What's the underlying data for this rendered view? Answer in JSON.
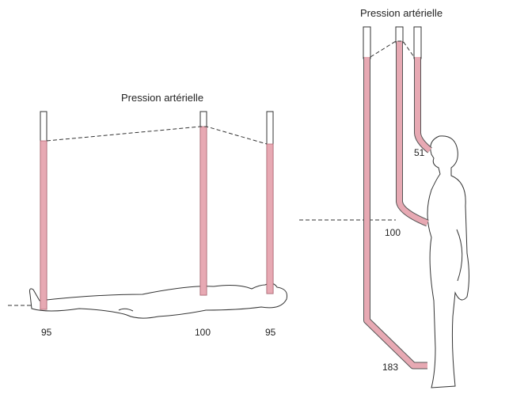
{
  "supine": {
    "title": "Pression artérielle",
    "labels": {
      "feet": "95",
      "heart": "100",
      "head": "95"
    }
  },
  "standing": {
    "title": "Pression artérielle",
    "labels": {
      "head": "51",
      "heart": "100",
      "feet": "183"
    }
  },
  "colors": {
    "blood": "#e7a9b3"
  }
}
